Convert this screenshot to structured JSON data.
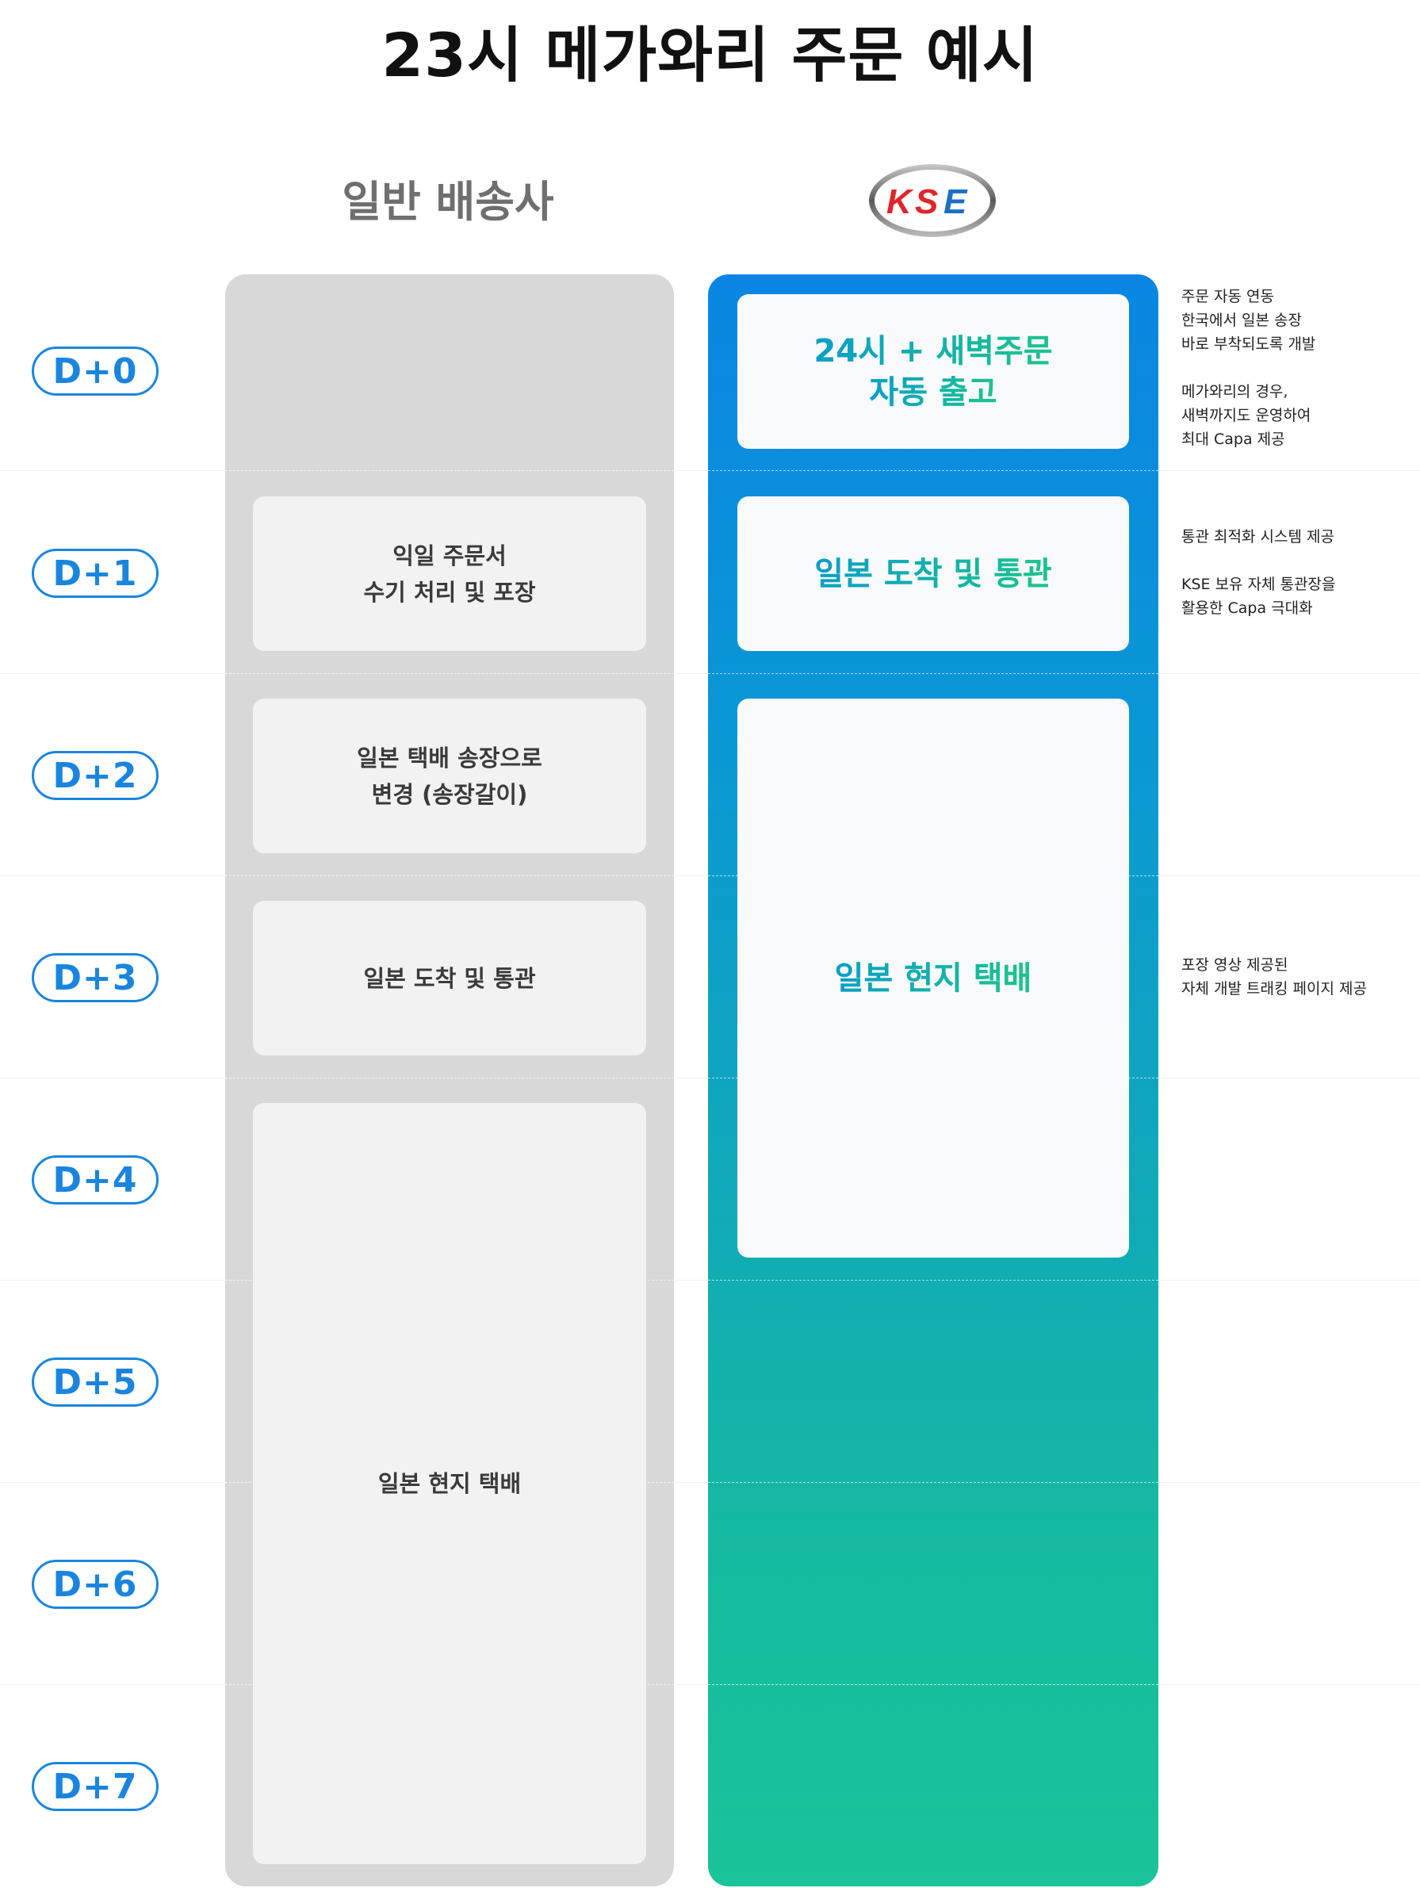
{
  "title": "23시 메가와리 주문 예시",
  "columns": {
    "general": {
      "title": "일반 배송사"
    },
    "kse": {
      "logo_text": "KSE",
      "logo_colors": [
        "#e0262b",
        "#e0262b",
        "#1a6fc4"
      ]
    }
  },
  "days": [
    "D+0",
    "D+1",
    "D+2",
    "D+3",
    "D+4",
    "D+5",
    "D+6",
    "D+7"
  ],
  "general_steps": [
    {
      "lines": [
        "익일 주문서",
        "수기 처리 및 포장"
      ]
    },
    {
      "lines": [
        "일본 택배 송장으로",
        "변경 (송장갈이)"
      ]
    },
    {
      "lines": [
        "일본 도착 및 통관"
      ]
    },
    {
      "lines": [
        "일본 현지 택배"
      ]
    }
  ],
  "kse_steps": [
    {
      "lines": [
        "24시 + 새벽주문",
        "자동 출고"
      ]
    },
    {
      "lines": [
        "일본 도착 및 통관"
      ]
    },
    {
      "lines": [
        "일본 현지 택배"
      ]
    }
  ],
  "notes": [
    {
      "paragraphs": [
        [
          "주문 자동 연동",
          "한국에서 일본 송장",
          "바로 부착되도록 개발"
        ],
        [
          "메가와리의 경우,",
          "새벽까지도 운영하여",
          "최대 Capa 제공"
        ]
      ]
    },
    {
      "paragraphs": [
        [
          "통관 최적화 시스템 제공"
        ],
        [
          "KSE 보유 자체 통관장을",
          "활용한 Capa 극대화"
        ]
      ]
    },
    {
      "paragraphs": [
        [
          "포장 영상 제공된",
          "자체 개발 트래킹 페이지 제공"
        ]
      ]
    }
  ],
  "colors": {
    "day_label": "#1a85df",
    "general_column": "#d8d8d8",
    "kse_top": "#0a86e2",
    "kse_bottom": "#1ac39a"
  }
}
